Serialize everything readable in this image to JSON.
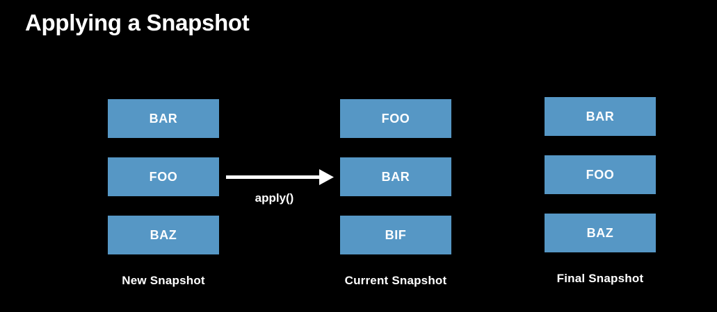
{
  "title": "Applying a Snapshot",
  "colors": {
    "background": "#000000",
    "box_fill": "#5697C5",
    "text": "#FFFFFF"
  },
  "diagram": {
    "columns": [
      {
        "label": "New Snapshot",
        "boxes": [
          "BAR",
          "FOO",
          "BAZ"
        ]
      },
      {
        "label": "Current Snapshot",
        "boxes": [
          "FOO",
          "BAR",
          "BIF"
        ]
      },
      {
        "label": "Final Snapshot",
        "boxes": [
          "BAR",
          "FOO",
          "BAZ"
        ]
      }
    ],
    "arrow": {
      "label": "apply()",
      "from": "New Snapshot",
      "to": "Current Snapshot",
      "direction": "right"
    }
  }
}
